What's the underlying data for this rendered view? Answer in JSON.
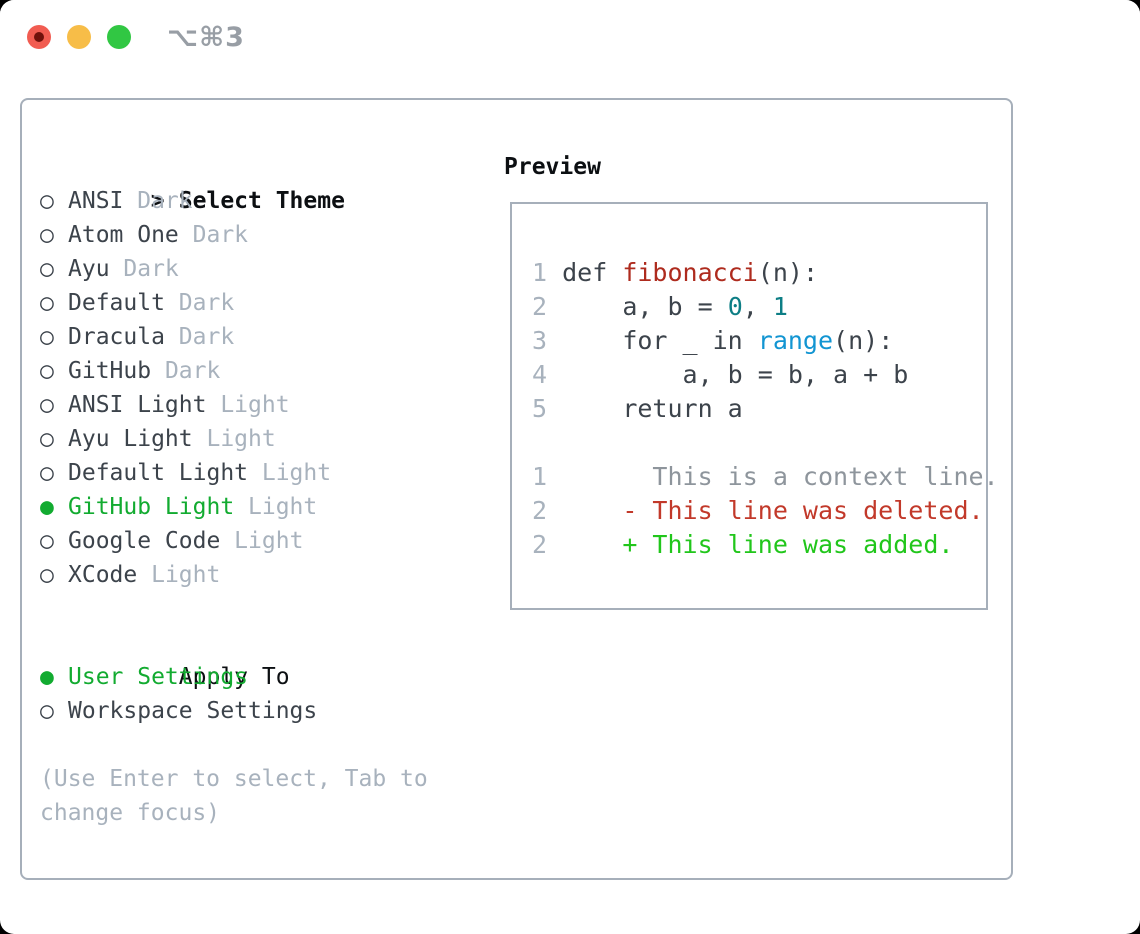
{
  "window": {
    "title": "⌥⌘3",
    "traffic_lights": [
      "close",
      "minimize",
      "zoom"
    ]
  },
  "colors": {
    "traffic-red": "#f15c51",
    "traffic-red-dot": "#70110b",
    "traffic-yellow": "#f7bd48",
    "traffic-green": "#31c743",
    "title-gray": "#989ea5",
    "border-gray": "#a6afba",
    "text-dark": "#3c434b",
    "text-black": "#0c0f12",
    "muted-gray": "#a8b2bd",
    "selected-green": "#12ab30",
    "gutter-gray": "#a8b2bd",
    "code-dark": "#3c434b",
    "func-red": "#ae2b1e",
    "number-teal": "#0d7e85",
    "builtin-blue": "#1295d2",
    "context-gray": "#8e959c",
    "deleted-red": "#c2392a",
    "added-green": "#21c61b"
  },
  "theme_picker": {
    "heading": "Select Theme",
    "heading_prefix": ">",
    "radio_unselected": "○",
    "radio_selected": "●",
    "themes": [
      {
        "name": "ANSI",
        "variant": "Dark",
        "selected": false
      },
      {
        "name": "Atom One",
        "variant": "Dark",
        "selected": false
      },
      {
        "name": "Ayu",
        "variant": "Dark",
        "selected": false
      },
      {
        "name": "Default",
        "variant": "Dark",
        "selected": false
      },
      {
        "name": "Dracula",
        "variant": "Dark",
        "selected": false
      },
      {
        "name": "GitHub",
        "variant": "Dark",
        "selected": false
      },
      {
        "name": "ANSI Light",
        "variant": "Light",
        "selected": false
      },
      {
        "name": "Ayu Light",
        "variant": "Light",
        "selected": false
      },
      {
        "name": "Default Light",
        "variant": "Light",
        "selected": false
      },
      {
        "name": "GitHub Light",
        "variant": "Light",
        "selected": true
      },
      {
        "name": "Google Code",
        "variant": "Light",
        "selected": false
      },
      {
        "name": "XCode",
        "variant": "Light",
        "selected": false
      }
    ]
  },
  "apply_to": {
    "heading": "Apply To",
    "options": [
      {
        "label": "User Settings",
        "selected": true
      },
      {
        "label": "Workspace Settings",
        "selected": false
      }
    ]
  },
  "hint": {
    "line1": "(Use Enter to select, Tab to",
    "line2": "change focus)"
  },
  "preview": {
    "heading": "Preview",
    "code_lines": [
      {
        "num": "1",
        "segs": [
          {
            "t": "def ",
            "c": "k"
          },
          {
            "t": "fibonacci",
            "c": "fn"
          },
          {
            "t": "(n):",
            "c": "k"
          }
        ]
      },
      {
        "num": "2",
        "segs": [
          {
            "t": "    a, b = ",
            "c": "k"
          },
          {
            "t": "0",
            "c": "num"
          },
          {
            "t": ", ",
            "c": "k"
          },
          {
            "t": "1",
            "c": "num"
          }
        ]
      },
      {
        "num": "3",
        "segs": [
          {
            "t": "    for _ in ",
            "c": "k"
          },
          {
            "t": "range",
            "c": "bi"
          },
          {
            "t": "(n):",
            "c": "k"
          }
        ]
      },
      {
        "num": "4",
        "segs": [
          {
            "t": "        a, b = b, a + b",
            "c": "k"
          }
        ]
      },
      {
        "num": "5",
        "segs": [
          {
            "t": "    return a",
            "c": "k"
          }
        ]
      },
      {
        "num": "",
        "segs": []
      },
      {
        "num": "1",
        "segs": [
          {
            "t": "      This is a context line.",
            "c": "ctx"
          }
        ]
      },
      {
        "num": "2",
        "segs": [
          {
            "t": "    - This line was deleted.",
            "c": "del"
          }
        ]
      },
      {
        "num": "2",
        "segs": [
          {
            "t": "    + This line was added.",
            "c": "add"
          }
        ]
      }
    ]
  }
}
